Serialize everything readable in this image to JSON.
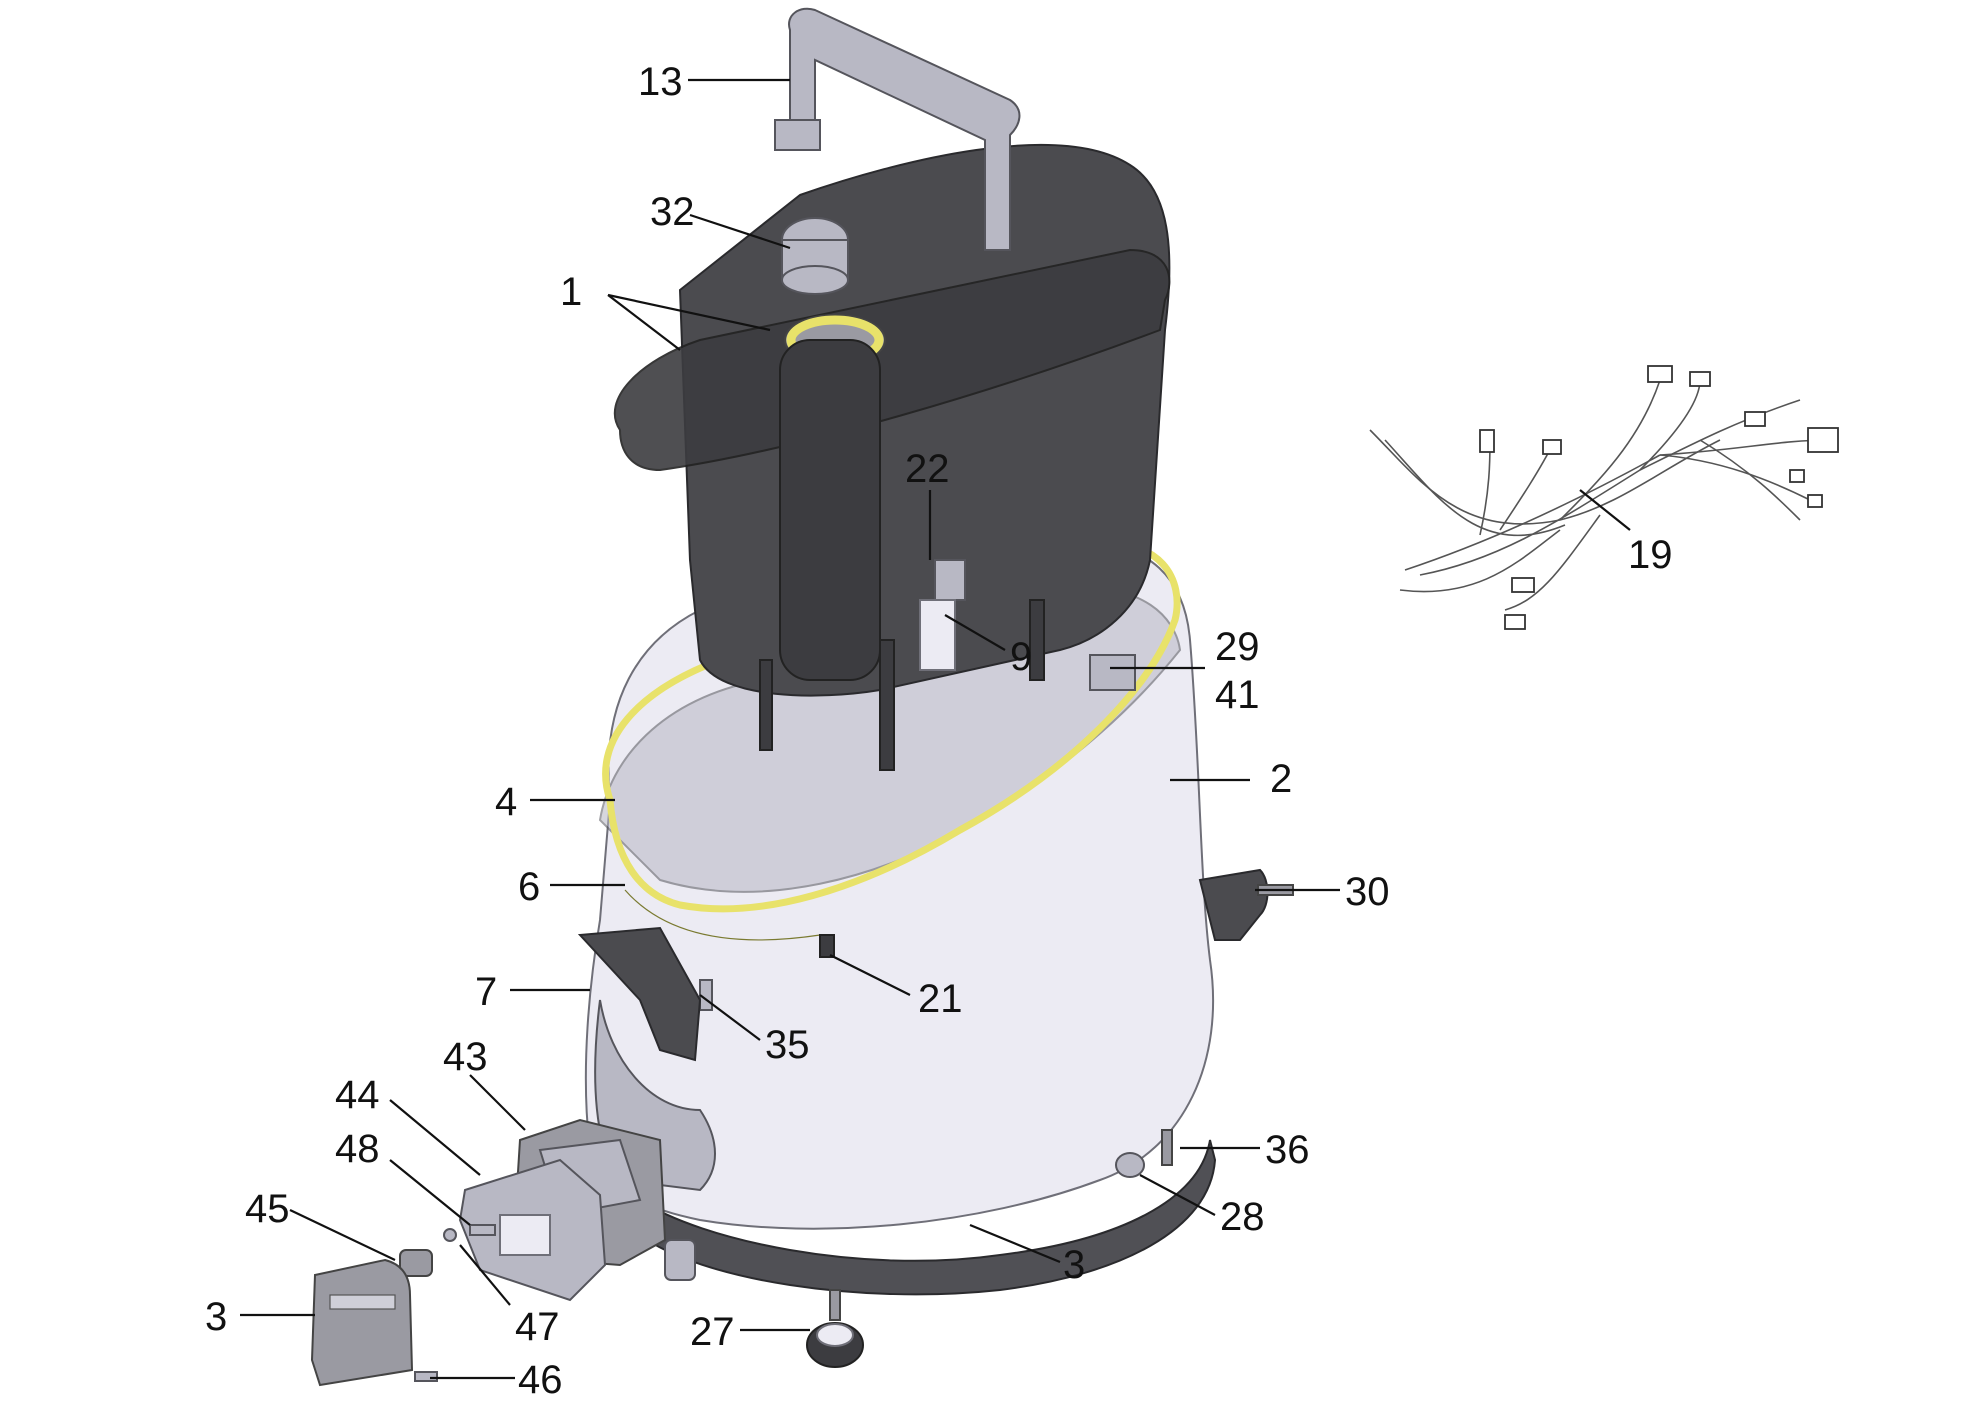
{
  "labels": {
    "l13": "13",
    "l32": "32",
    "l1": "1",
    "l22": "22",
    "l9": "9",
    "l29": "29",
    "l41": "41",
    "l2": "2",
    "l4": "4",
    "l6": "6",
    "l30": "30",
    "l7": "7",
    "l21": "21",
    "l35": "35",
    "l43": "43",
    "l44": "44",
    "l48": "48",
    "l45": "45",
    "l3a": "3",
    "l47": "47",
    "l46": "46",
    "l27": "27",
    "l3b": "3",
    "l28": "28",
    "l36": "36",
    "l19": "19"
  },
  "colors": {
    "tank": "#4b4b4f",
    "housing": "#ecebf3",
    "seal": "#e8e26a",
    "base": "#505055"
  }
}
